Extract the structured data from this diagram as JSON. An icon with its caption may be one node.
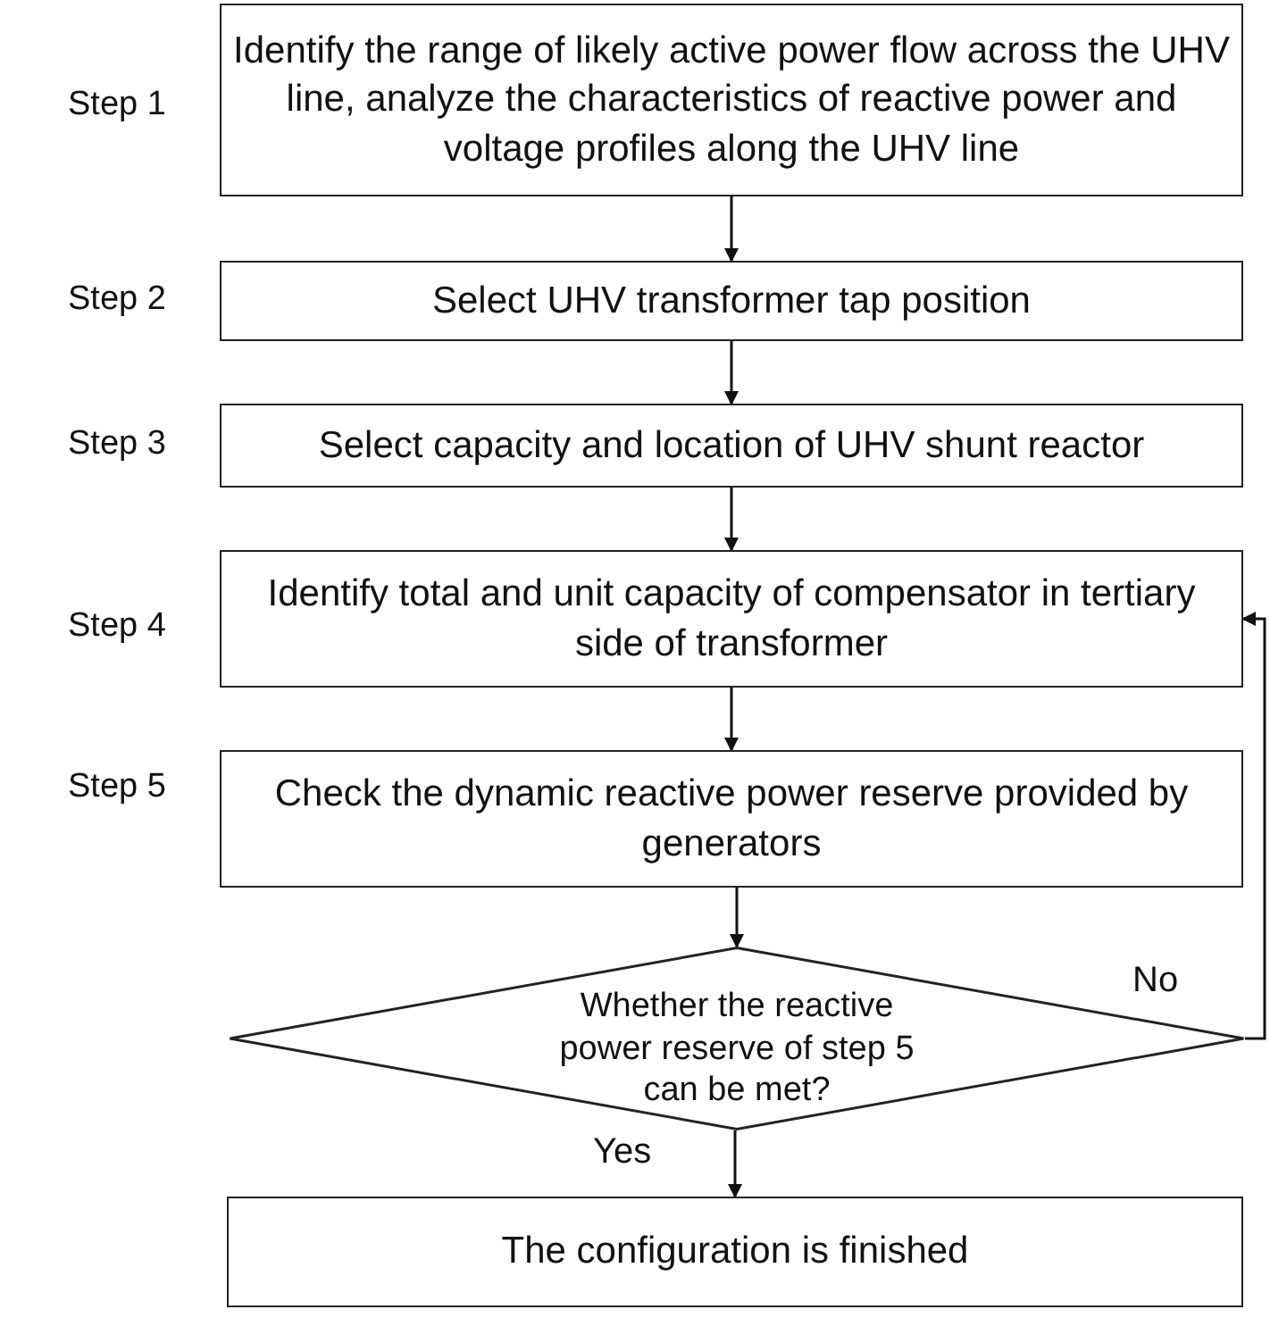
{
  "diagram": {
    "nodes": [
      {
        "text": [
          "Identify the range of likely active power flow across the UHV line, analyze the characteristics of reactive power and voltage profiles along the UHV line"
        ],
        "beside": [
          "Step 1"
        ]
      },
      {
        "text": [
          "Select UHV transformer tap position"
        ],
        "beside": [
          "Step 2"
        ]
      },
      {
        "text": [
          "Select capacity and location of UHV shunt reactor"
        ],
        "beside": [
          "Step 3"
        ]
      },
      {
        "text": [
          "Identify total and unit capacity of compensator in tertiary side of transformer"
        ],
        "beside": [
          "Step 4"
        ]
      },
      {
        "text": [
          "Check the dynamic reactive power reserve provided by generators"
        ],
        "beside": [
          "Step 5"
        ]
      },
      {
        "text": [
          "Whether the reactive power reserve of step 5 can be met?"
        ]
      },
      {
        "text": [
          "The configuration is finished"
        ]
      }
    ],
    "edges": [
      {
        "from": 0,
        "to": 1,
        "arrow": "to"
      },
      {
        "from": 1,
        "to": 2,
        "arrow": "to"
      },
      {
        "from": 2,
        "to": 3,
        "arrow": "to"
      },
      {
        "from": 3,
        "to": 4,
        "arrow": "to"
      },
      {
        "from": 4,
        "to": 5,
        "arrow": "to"
      },
      {
        "from": 5,
        "to": 6,
        "arrow": "to",
        "label": "Yes"
      },
      {
        "from": 5,
        "to": 3,
        "arrow": "to",
        "label": "No"
      }
    ]
  }
}
